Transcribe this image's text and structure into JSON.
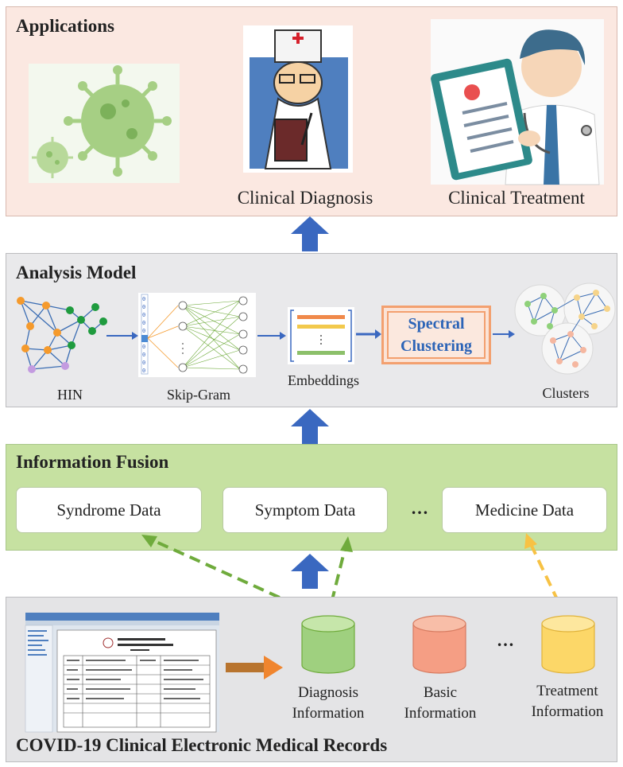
{
  "applications": {
    "title": "Applications",
    "items": [
      "Clinical Diagnosis",
      "Clinical Treatment"
    ]
  },
  "analysis": {
    "title": "Analysis Model",
    "labels": {
      "hin": "HIN",
      "skipgram": "Skip-Gram",
      "embeddings": "Embeddings",
      "spectral1": "Spectral",
      "spectral2": "Clustering",
      "clusters": "Clusters"
    }
  },
  "fusion": {
    "title": "Information Fusion",
    "boxes": [
      "Syndrome Data",
      "Symptom Data",
      "Medicine Data"
    ],
    "ellipsis": "…"
  },
  "records": {
    "title": "COVID-19 Clinical Electronic Medical Records",
    "sources": [
      {
        "line1": "Diagnosis",
        "line2": "Information"
      },
      {
        "line1": "Basic",
        "line2": "Information"
      },
      {
        "line1": "Treatment",
        "line2": "Information"
      }
    ],
    "ellipsis": "…"
  },
  "colors": {
    "app_bg": "#fbe8e1",
    "analysis_bg": "#e9e9eb",
    "fusion_bg": "#c6e1a1",
    "records_bg": "#e4e4e6",
    "arrow_blue": "#3a68c0",
    "green": "#6fab3c",
    "orange": "#f3a06f",
    "yellow": "#f7c244"
  }
}
